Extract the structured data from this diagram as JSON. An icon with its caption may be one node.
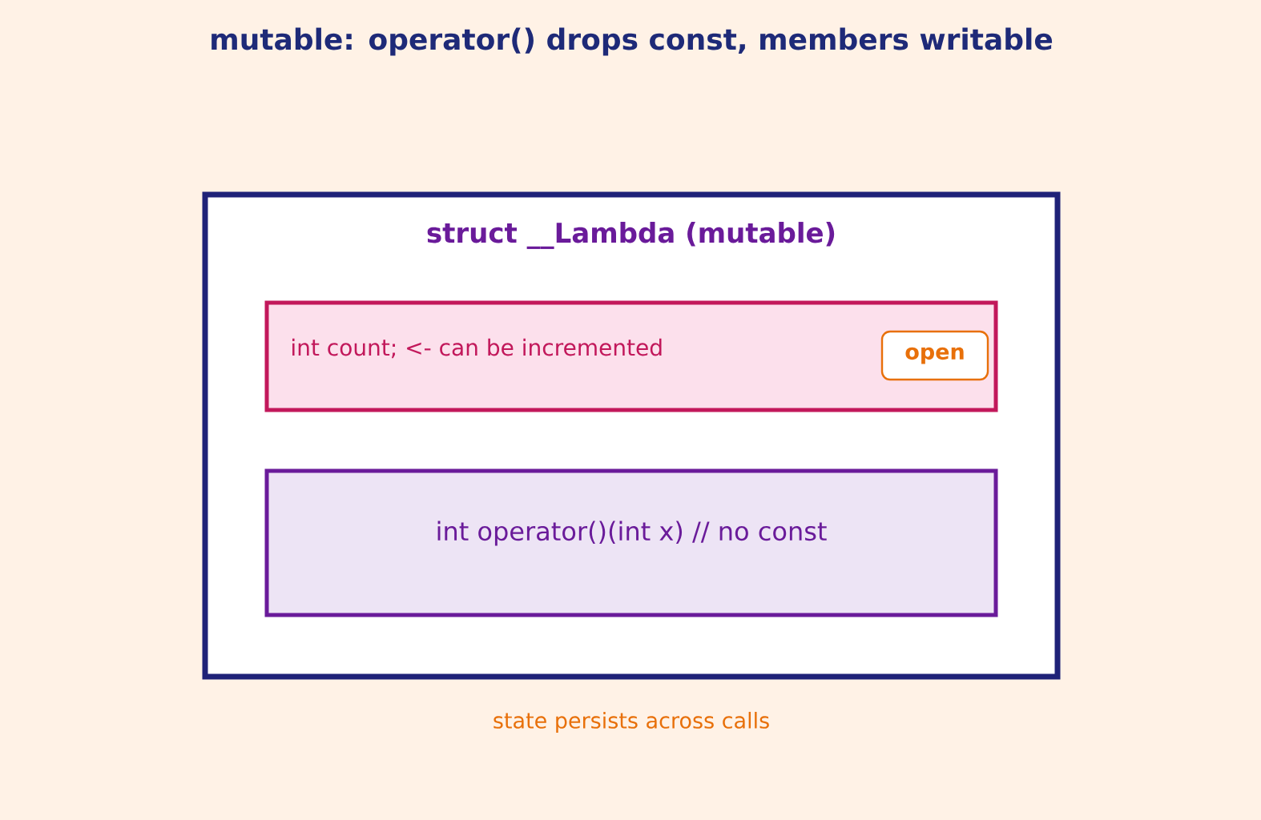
{
  "diagram": {
    "title": "mutable: operator() drops const, members writable",
    "nodes": [
      {
        "text": [
          "struct __Lambda (mutable)"
        ]
      },
      {
        "text": [
          "int count;   <- can be incremented"
        ],
        "in": 0
      },
      {
        "text": [
          "open"
        ],
        "in": 1
      },
      {
        "text": [
          "int operator()(int x)  // no const"
        ],
        "in": 0
      }
    ],
    "caption": "state persists across calls"
  }
}
